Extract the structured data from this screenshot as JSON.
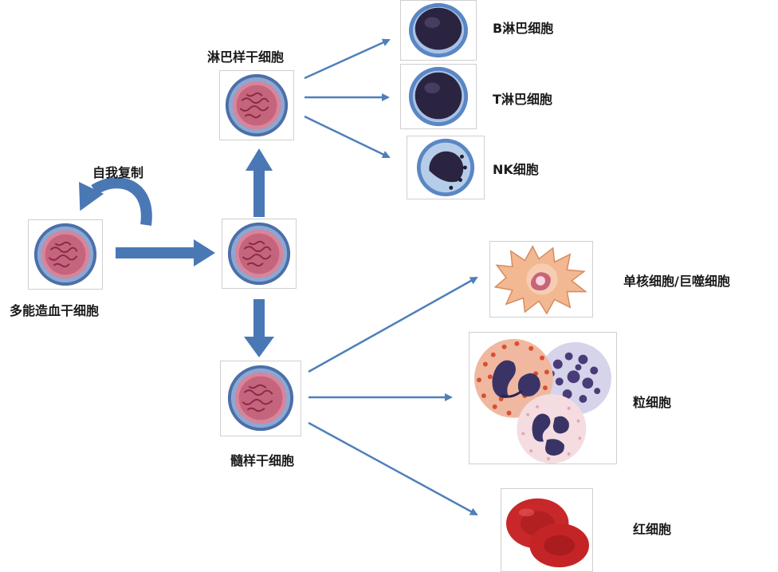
{
  "labels": {
    "hsc": "多能造血干细胞",
    "self_renewal": "自我复制",
    "lymphoid_stem": "淋巴样干细胞",
    "myeloid_stem": "髓样干细胞",
    "b_cell": "B淋巴细胞",
    "t_cell": "T淋巴细胞",
    "nk_cell": "NK细胞",
    "monocyte": "单核细胞/巨噬细胞",
    "granulocyte": "粒细胞",
    "erythrocyte": "红细胞"
  },
  "colors": {
    "arrow_thick": "#4a78b5",
    "arrow_thin": "#4f7fba",
    "stem_cell_membrane": "#4d6fa8",
    "stem_cell_cytoplasm": "#d8849a",
    "lymphocyte_nucleus": "#2a2440",
    "red_cell": "#c8282a"
  }
}
